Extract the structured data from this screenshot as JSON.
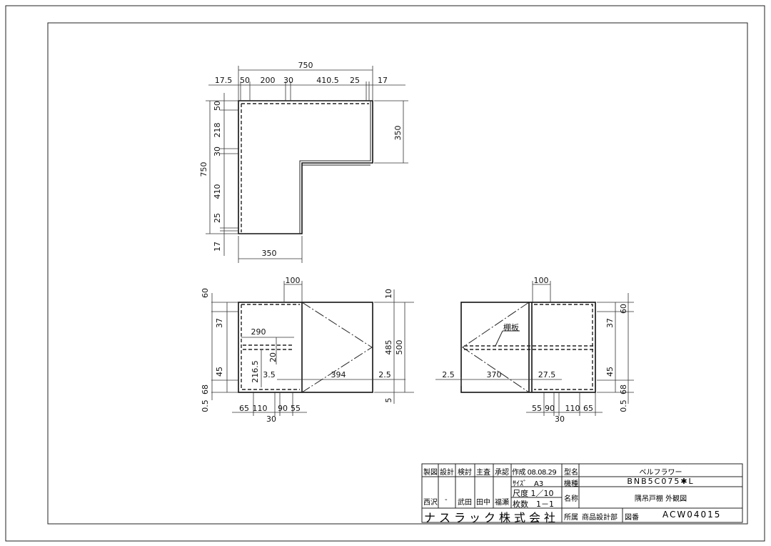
{
  "drawing": {
    "top_view_dims": [
      "750",
      "17.5",
      "50",
      "200",
      "30",
      "410.5",
      "25",
      "17",
      "50",
      "218",
      "30",
      "410",
      "25",
      "17",
      "750",
      "350",
      "350"
    ],
    "front_left_dims": [
      "100",
      "60",
      "37",
      "290",
      "20",
      "216.5",
      "45",
      "3.5",
      "394",
      "2.5",
      "68",
      "0.5",
      "65",
      "110",
      "90",
      "55",
      "30",
      "10",
      "485",
      "500",
      "5"
    ],
    "front_right_dims": [
      "100",
      "棚板",
      "2.5",
      "370",
      "27.5",
      "55",
      "90",
      "30",
      "110",
      "65",
      "60",
      "37",
      "45",
      "68",
      "0.5"
    ]
  },
  "title_block": {
    "approvals": [
      {
        "role": "製図",
        "name": "西沢"
      },
      {
        "role": "設計",
        "name": "-"
      },
      {
        "role": "検討",
        "name": "武田"
      },
      {
        "role": "主査",
        "name": "田中"
      },
      {
        "role": "承認",
        "name": "福瀬"
      }
    ],
    "created": "作成 08.08.29",
    "size": "ｻｲｽﾞ　A3",
    "scale": "尺度 1／10",
    "sheets": "枚数　1－1",
    "model_label": "型名",
    "model_value": "ベルフラワー",
    "type_label": "機種",
    "type_value": "BNB5C075✱L",
    "name_label": "名称",
    "name_value": "隅吊戸棚 外観図",
    "company": "ナスラック株式会社",
    "dept_label": "所属",
    "dept_value": "商品設計部",
    "drawing_no_label": "図番",
    "drawing_no_value": "ACW04015"
  }
}
